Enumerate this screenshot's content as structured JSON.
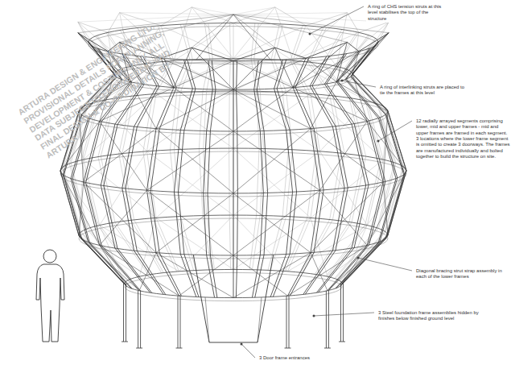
{
  "diagram": {
    "labels": [
      "ARTURA DESIGN & ENGINEERING LTD. PROVISIONAL DETAILS FOR PLANNING, DEVELOPMENT & COSTING ONLY. ALL DATA SUBJECT TO ENGINEERING AND FINAL DESIGN & CO-ORDINATION BY ARTURA",
      "A ring of CHS tension struts at this level stabilises the top of the structure",
      "A ring of interlinking struts are placed to tie the frames at this level",
      "12 radially arrayed segments comprising lower, mid and upper frames - mid and upper frames are framed in each segment. 3 locations where the lower frame segment is omitted to create 3 doorways. The frames are manufactured individually and bolted together to build the structure on site.",
      "Diagonal bracing strut strap assembly in each of the lower frames",
      "3 Steel foundation frame assemblies hidden by finishes below finished ground level",
      "3 Door frame entrances"
    ]
  }
}
